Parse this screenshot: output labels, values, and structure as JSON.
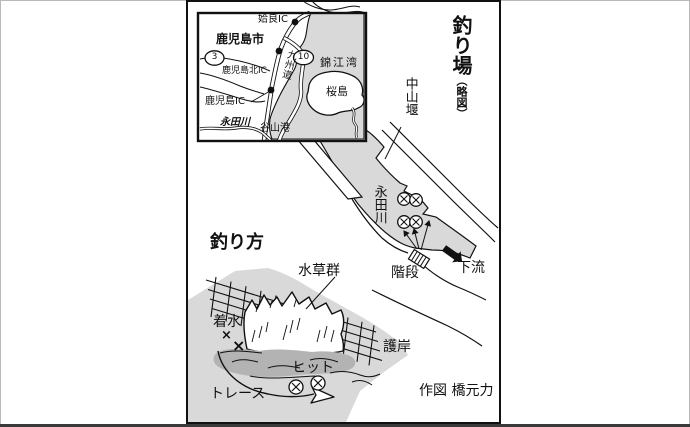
{
  "figure": {
    "title": "釣り場",
    "title_sub": "（略図）",
    "credit": "作図 橋元力"
  },
  "inset_map": {
    "labels": {
      "city": "鹿児島市",
      "aira_ic": "姶良IC",
      "route3": "3",
      "route10": "10",
      "kyushu_expressway": "九州道",
      "kinko_bay": "錦江湾",
      "sakurajima": "桜島",
      "kagoshima_kita_ic": "鹿児島北IC",
      "kagoshima_ic": "鹿児島IC",
      "nagata_river": "永田川",
      "taniyama_port": "谷山港"
    }
  },
  "river_map": {
    "weir": "中山堰",
    "river_name": "永田川",
    "stairs": "階段",
    "downstream": "下流"
  },
  "method": {
    "heading": "釣り方",
    "weed_bed": "水草群",
    "splash": "着水",
    "splash_mark": "×",
    "revetment": "護岸",
    "hit": "ヒット",
    "trace": "トレース"
  },
  "colors": {
    "water_gray": "#d9d9d9",
    "shade_gray": "#b3b3b3",
    "line": "#111111"
  }
}
